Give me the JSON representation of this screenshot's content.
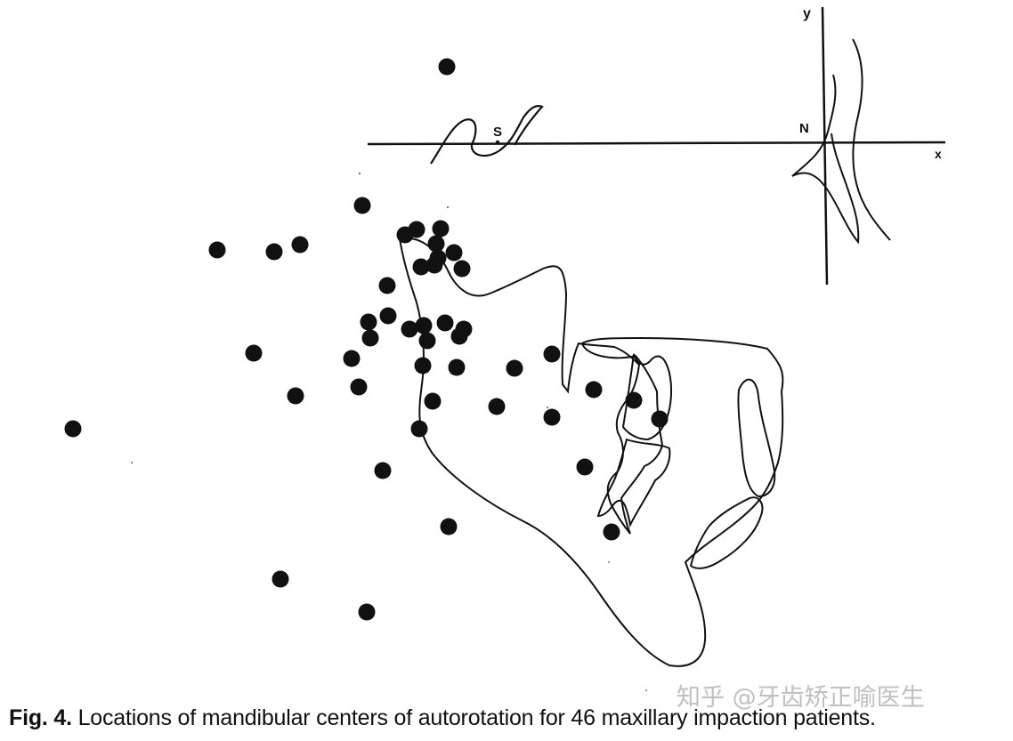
{
  "caption": {
    "label": "Fig. 4.",
    "text": "Locations of mandibular centers of autorotation for 46 maxillary impaction patients."
  },
  "watermark": "知乎 @牙齿矫正喻医生",
  "chart_data": {
    "type": "scatter",
    "title": "",
    "xlabel": "x",
    "ylabel": "y",
    "landmarks": [
      "S",
      "N"
    ],
    "grid": false,
    "series": [
      {
        "values": [
          [
            502,
            75
          ],
          [
            407,
            231
          ],
          [
            244,
            281
          ],
          [
            308,
            283
          ],
          [
            337,
            275
          ],
          [
            455,
            264
          ],
          [
            468,
            258
          ],
          [
            495,
            257
          ],
          [
            490,
            274
          ],
          [
            510,
            284
          ],
          [
            473,
            300
          ],
          [
            488,
            298
          ],
          [
            519,
            302
          ],
          [
            435,
            321
          ],
          [
            436,
            355
          ],
          [
            414,
            362
          ],
          [
            416,
            380
          ],
          [
            460,
            370
          ],
          [
            476,
            366
          ],
          [
            480,
            383
          ],
          [
            500,
            363
          ],
          [
            516,
            378
          ],
          [
            521,
            370
          ],
          [
            395,
            403
          ],
          [
            285,
            397
          ],
          [
            475,
            411
          ],
          [
            513,
            413
          ],
          [
            578,
            414
          ],
          [
            620,
            398
          ],
          [
            403,
            435
          ],
          [
            332,
            445
          ],
          [
            486,
            451
          ],
          [
            558,
            457
          ],
          [
            620,
            469
          ],
          [
            667,
            438
          ],
          [
            712,
            450
          ],
          [
            741,
            471
          ],
          [
            471,
            482
          ],
          [
            82,
            482
          ],
          [
            430,
            529
          ],
          [
            657,
            525
          ],
          [
            504,
            592
          ],
          [
            687,
            598
          ],
          [
            315,
            651
          ],
          [
            412,
            688
          ],
          [
            492,
            290
          ]
        ]
      }
    ]
  }
}
